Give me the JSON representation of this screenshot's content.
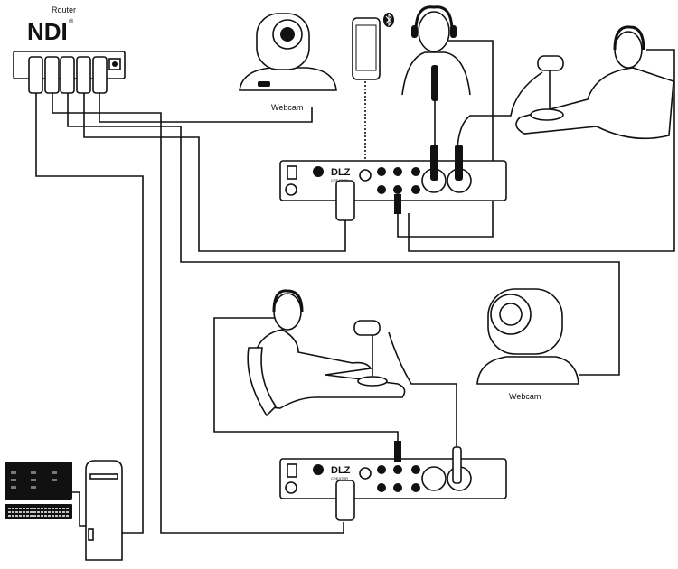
{
  "router": {
    "label": "Router",
    "logo": "NDI",
    "logo_mark": "®"
  },
  "webcams": [
    {
      "label": "Webcam"
    },
    {
      "label": "Webcam"
    }
  ],
  "mixers": [
    {
      "brand": "DLZ",
      "model": "CREATOR"
    },
    {
      "brand": "DLZ",
      "model": "CREATOR"
    }
  ],
  "icons": [
    "bluetooth-icon",
    "smartphone-icon",
    "computer-tower-icon",
    "monitor-icon",
    "keyboard-icon",
    "microphone-icon",
    "headphones-icon"
  ],
  "colors": {
    "line": "#111111",
    "background": "#ffffff"
  }
}
